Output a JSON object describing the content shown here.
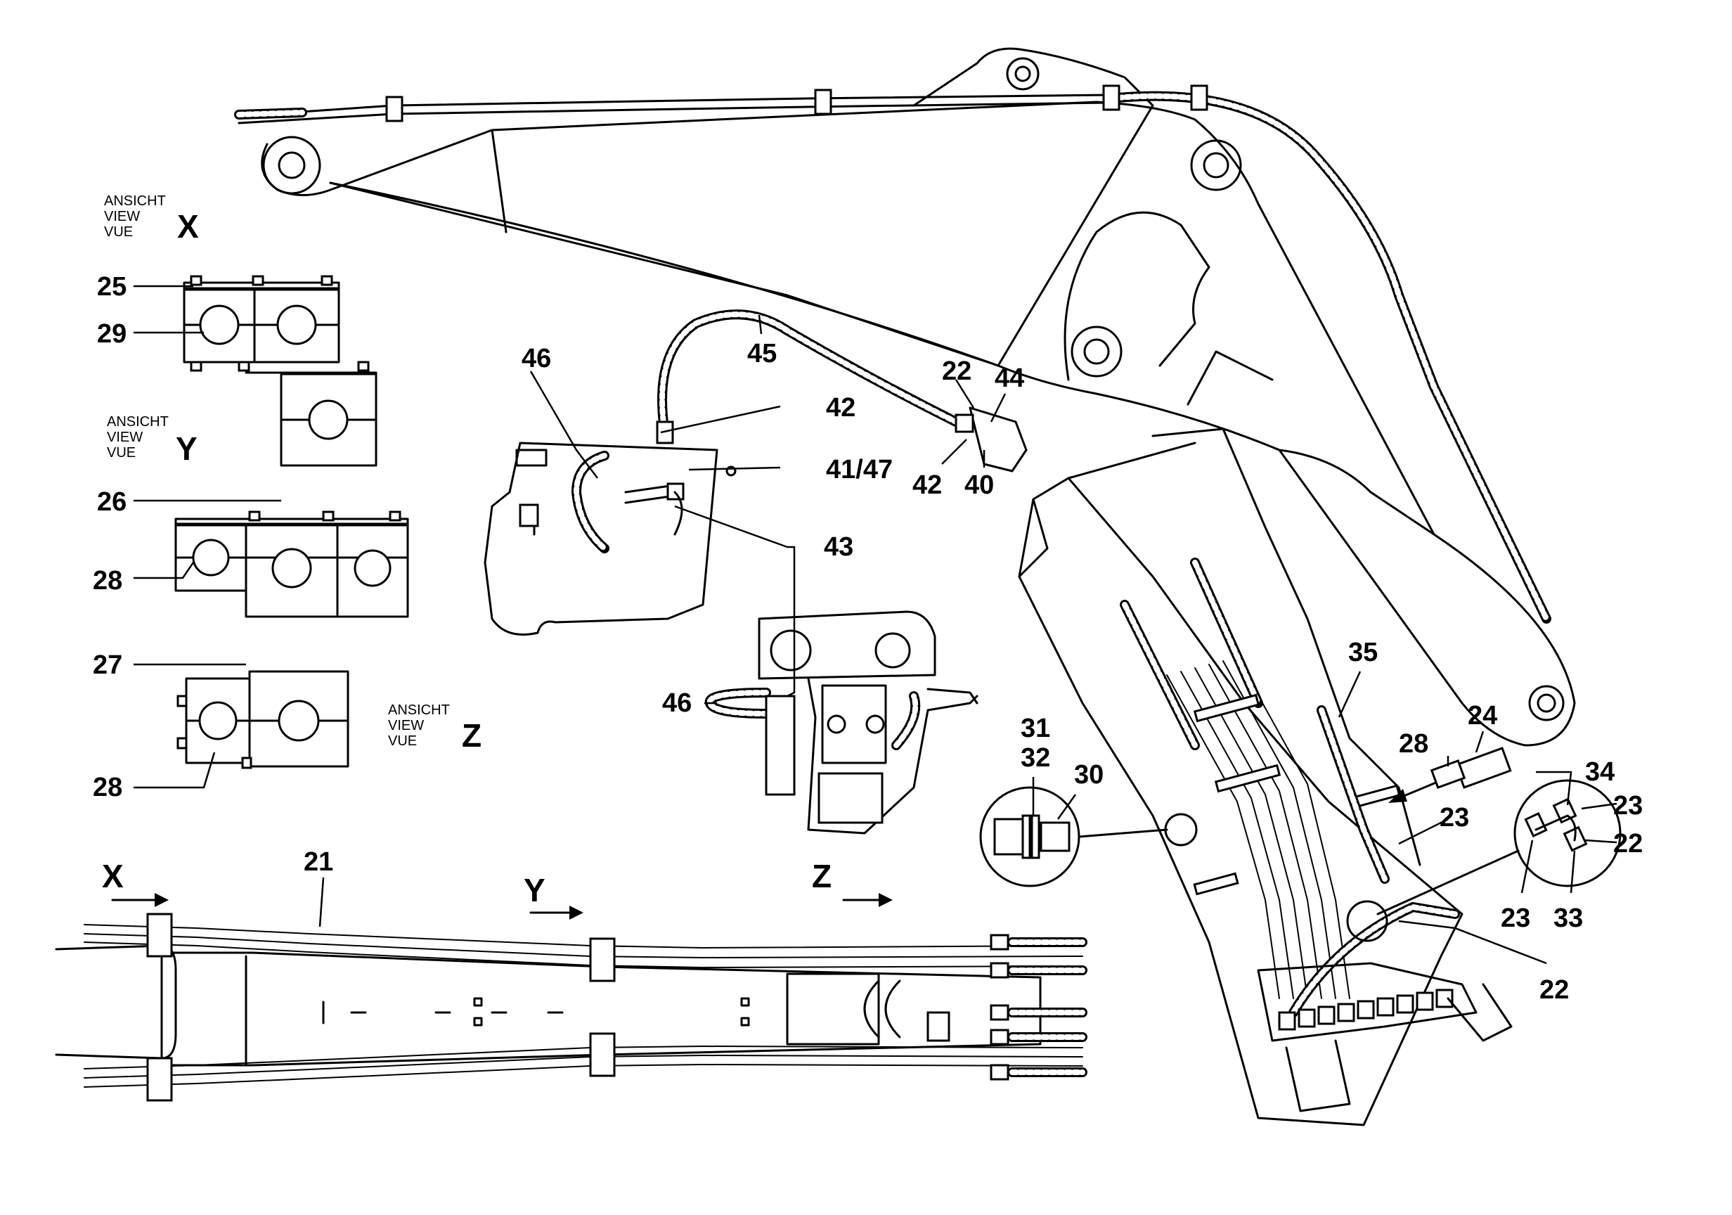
{
  "views": {
    "x": {
      "ansicht": "ANSICHT",
      "view": "VIEW",
      "vue": "VUE",
      "letter": "X"
    },
    "y": {
      "ansicht": "ANSICHT",
      "view": "VIEW",
      "vue": "VUE",
      "letter": "Y"
    },
    "z": {
      "ansicht": "ANSICHT",
      "view": "VIEW",
      "vue": "VUE",
      "letter": "Z"
    }
  },
  "arrows": {
    "x": "X",
    "y": "Y",
    "z": "Z"
  },
  "callouts": {
    "c25": "25",
    "c29": "29",
    "c26": "26",
    "c28a": "28",
    "c27": "27",
    "c28b": "28",
    "c46a": "46",
    "c45": "45",
    "c42a": "42",
    "c41_47": "41/47",
    "c43": "43",
    "c22a": "22",
    "c44": "44",
    "c42b": "42",
    "c40": "40",
    "c46b": "46",
    "c31": "31",
    "c32": "32",
    "c30": "30",
    "c35": "35",
    "c24": "24",
    "c28c": "28",
    "c23a": "23",
    "c34": "34",
    "c23b": "23",
    "c22b": "22",
    "c23c": "23",
    "c33": "33",
    "c22c": "22",
    "c21": "21"
  }
}
